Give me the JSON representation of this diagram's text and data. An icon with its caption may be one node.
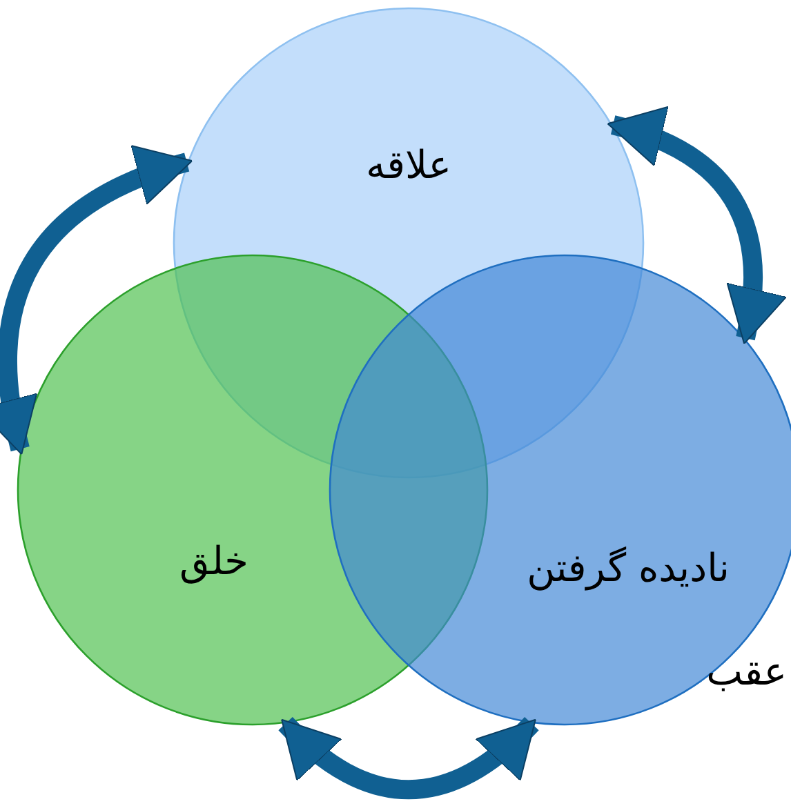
{
  "diagram": {
    "nodes": [
      {
        "text": [
          "علاقه"
        ]
      },
      {
        "text": [
          "خلق"
        ]
      },
      {
        "text": [
          "نادیده گرفتن"
        ]
      }
    ],
    "edges": [
      {
        "from": 0,
        "to": 1,
        "arrow": "both"
      },
      {
        "from": 0,
        "to": 2,
        "arrow": "both"
      },
      {
        "from": 2,
        "to": 1,
        "arrow": "both"
      }
    ],
    "labels": [
      "عقب"
    ]
  }
}
